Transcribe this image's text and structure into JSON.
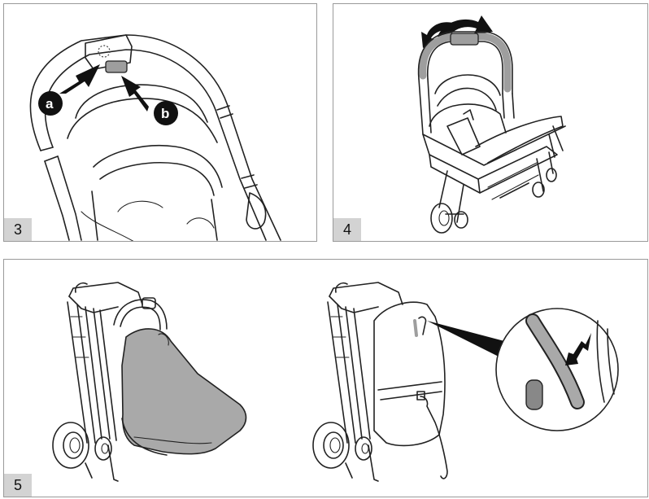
{
  "steps": {
    "step3": {
      "number": "3",
      "callout_a": "a",
      "callout_b": "b"
    },
    "step4": {
      "number": "4"
    },
    "step5": {
      "number": "5"
    }
  },
  "colors": {
    "line": "#222222",
    "arrow": "#111111",
    "highlight_grey": "#9e9e9e",
    "canopy_grey": "#a9a9a9",
    "step_badge": "#d3d3d3",
    "panel_border": "#9a9a9a"
  }
}
